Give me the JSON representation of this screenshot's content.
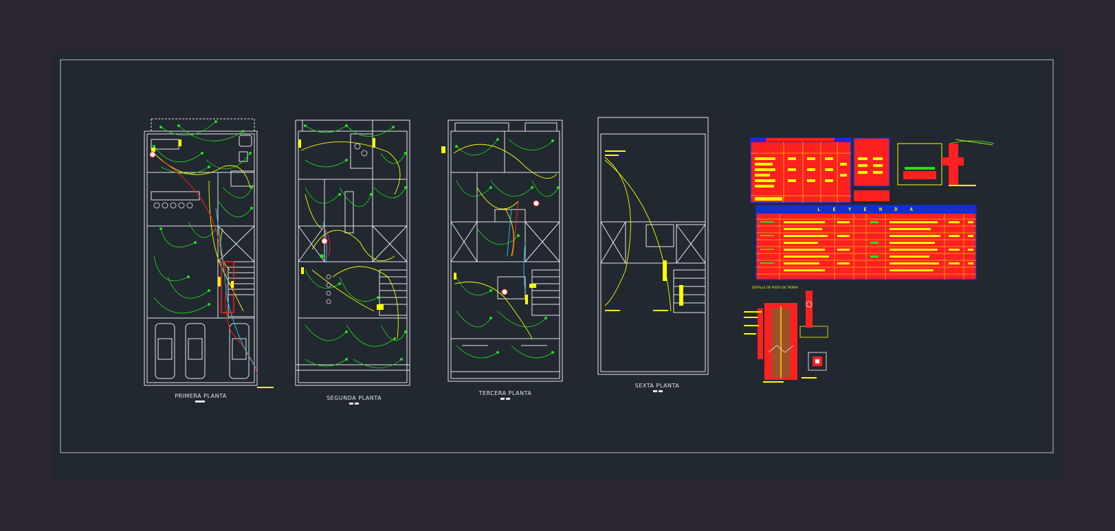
{
  "drawing": {
    "background_color": "#2d2630",
    "sheet_color": "#212830",
    "colors": {
      "walls": "#e8e8e8",
      "circuits_green": "#22e01f",
      "circuits_yellow": "#ffff00",
      "circuits_red": "#ff2020",
      "circuits_cyan": "#30c8ff",
      "table_blue": "#1030d0"
    },
    "plans": [
      {
        "id": "primera",
        "label": "PRIMERA PLANTA"
      },
      {
        "id": "segunda",
        "label": "SEGUNDA PLANTA"
      },
      {
        "id": "tercera",
        "label": "TERCERA PLANTA"
      },
      {
        "id": "sexta",
        "label": "SEXTA PLANTA"
      }
    ],
    "legend_title": "L E Y E N D A",
    "ground_detail_title": "DETALLE DE POZO DE TIERRA"
  }
}
